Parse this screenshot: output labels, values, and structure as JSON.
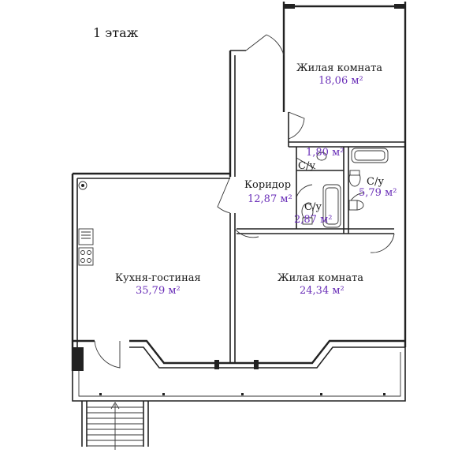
{
  "floor_title": "1 этаж",
  "rooms": {
    "bedroom_top": {
      "name": "Жилая комната",
      "area": "18,06 м²"
    },
    "corridor": {
      "name": "Коридор",
      "area": "12,87 м²"
    },
    "bath_small": {
      "name": "С/у",
      "area": "1,80 м²"
    },
    "bath_mid": {
      "name": "С/у",
      "area": "2,87 м²"
    },
    "bath_right": {
      "name": "С/у",
      "area": "5,79 м²"
    },
    "kitchen_living": {
      "name": "Кухня-гостиная",
      "area": "35,79 м²"
    },
    "bedroom_bottom": {
      "name": "Жилая комната",
      "area": "24,34 м²"
    }
  },
  "colors": {
    "wall": "#222222",
    "area_text": "#6a2fb8"
  }
}
